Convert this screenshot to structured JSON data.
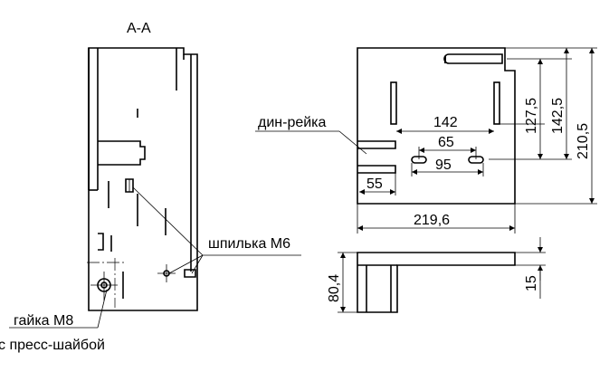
{
  "section_label": "А-А",
  "labels": {
    "din_rail": "дин-рейка",
    "stud": "шпилька М6",
    "nut_line1": "гайка М8",
    "nut_line2": "с пресс-шайбой"
  },
  "dimensions": {
    "d142": "142",
    "d65": "65",
    "d95": "95",
    "d55": "55",
    "d219": "219,6",
    "d127": "127,5",
    "d142v": "142,5",
    "d210": "210,5",
    "d80": "80,4",
    "d15": "15"
  }
}
